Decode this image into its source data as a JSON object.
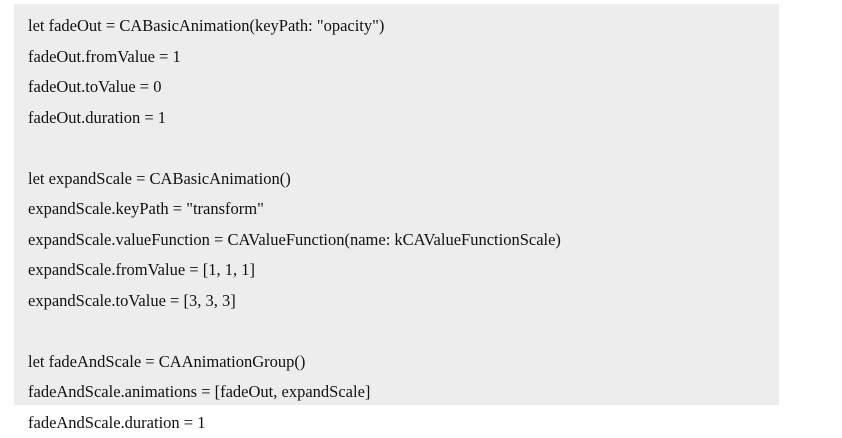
{
  "code": {
    "lines": [
      "let fadeOut = CABasicAnimation(keyPath: \"opacity\")",
      "fadeOut.fromValue = 1",
      "fadeOut.toValue = 0",
      "fadeOut.duration = 1",
      "",
      "let expandScale = CABasicAnimation()",
      "expandScale.keyPath = \"transform\"",
      "expandScale.valueFunction = CAValueFunction(name: kCAValueFunctionScale)",
      "expandScale.fromValue = [1, 1, 1]",
      "expandScale.toValue = [3, 3, 3]",
      "",
      "let fadeAndScale = CAAnimationGroup()",
      "fadeAndScale.animations = [fadeOut, expandScale]",
      "fadeAndScale.duration = 1"
    ]
  }
}
